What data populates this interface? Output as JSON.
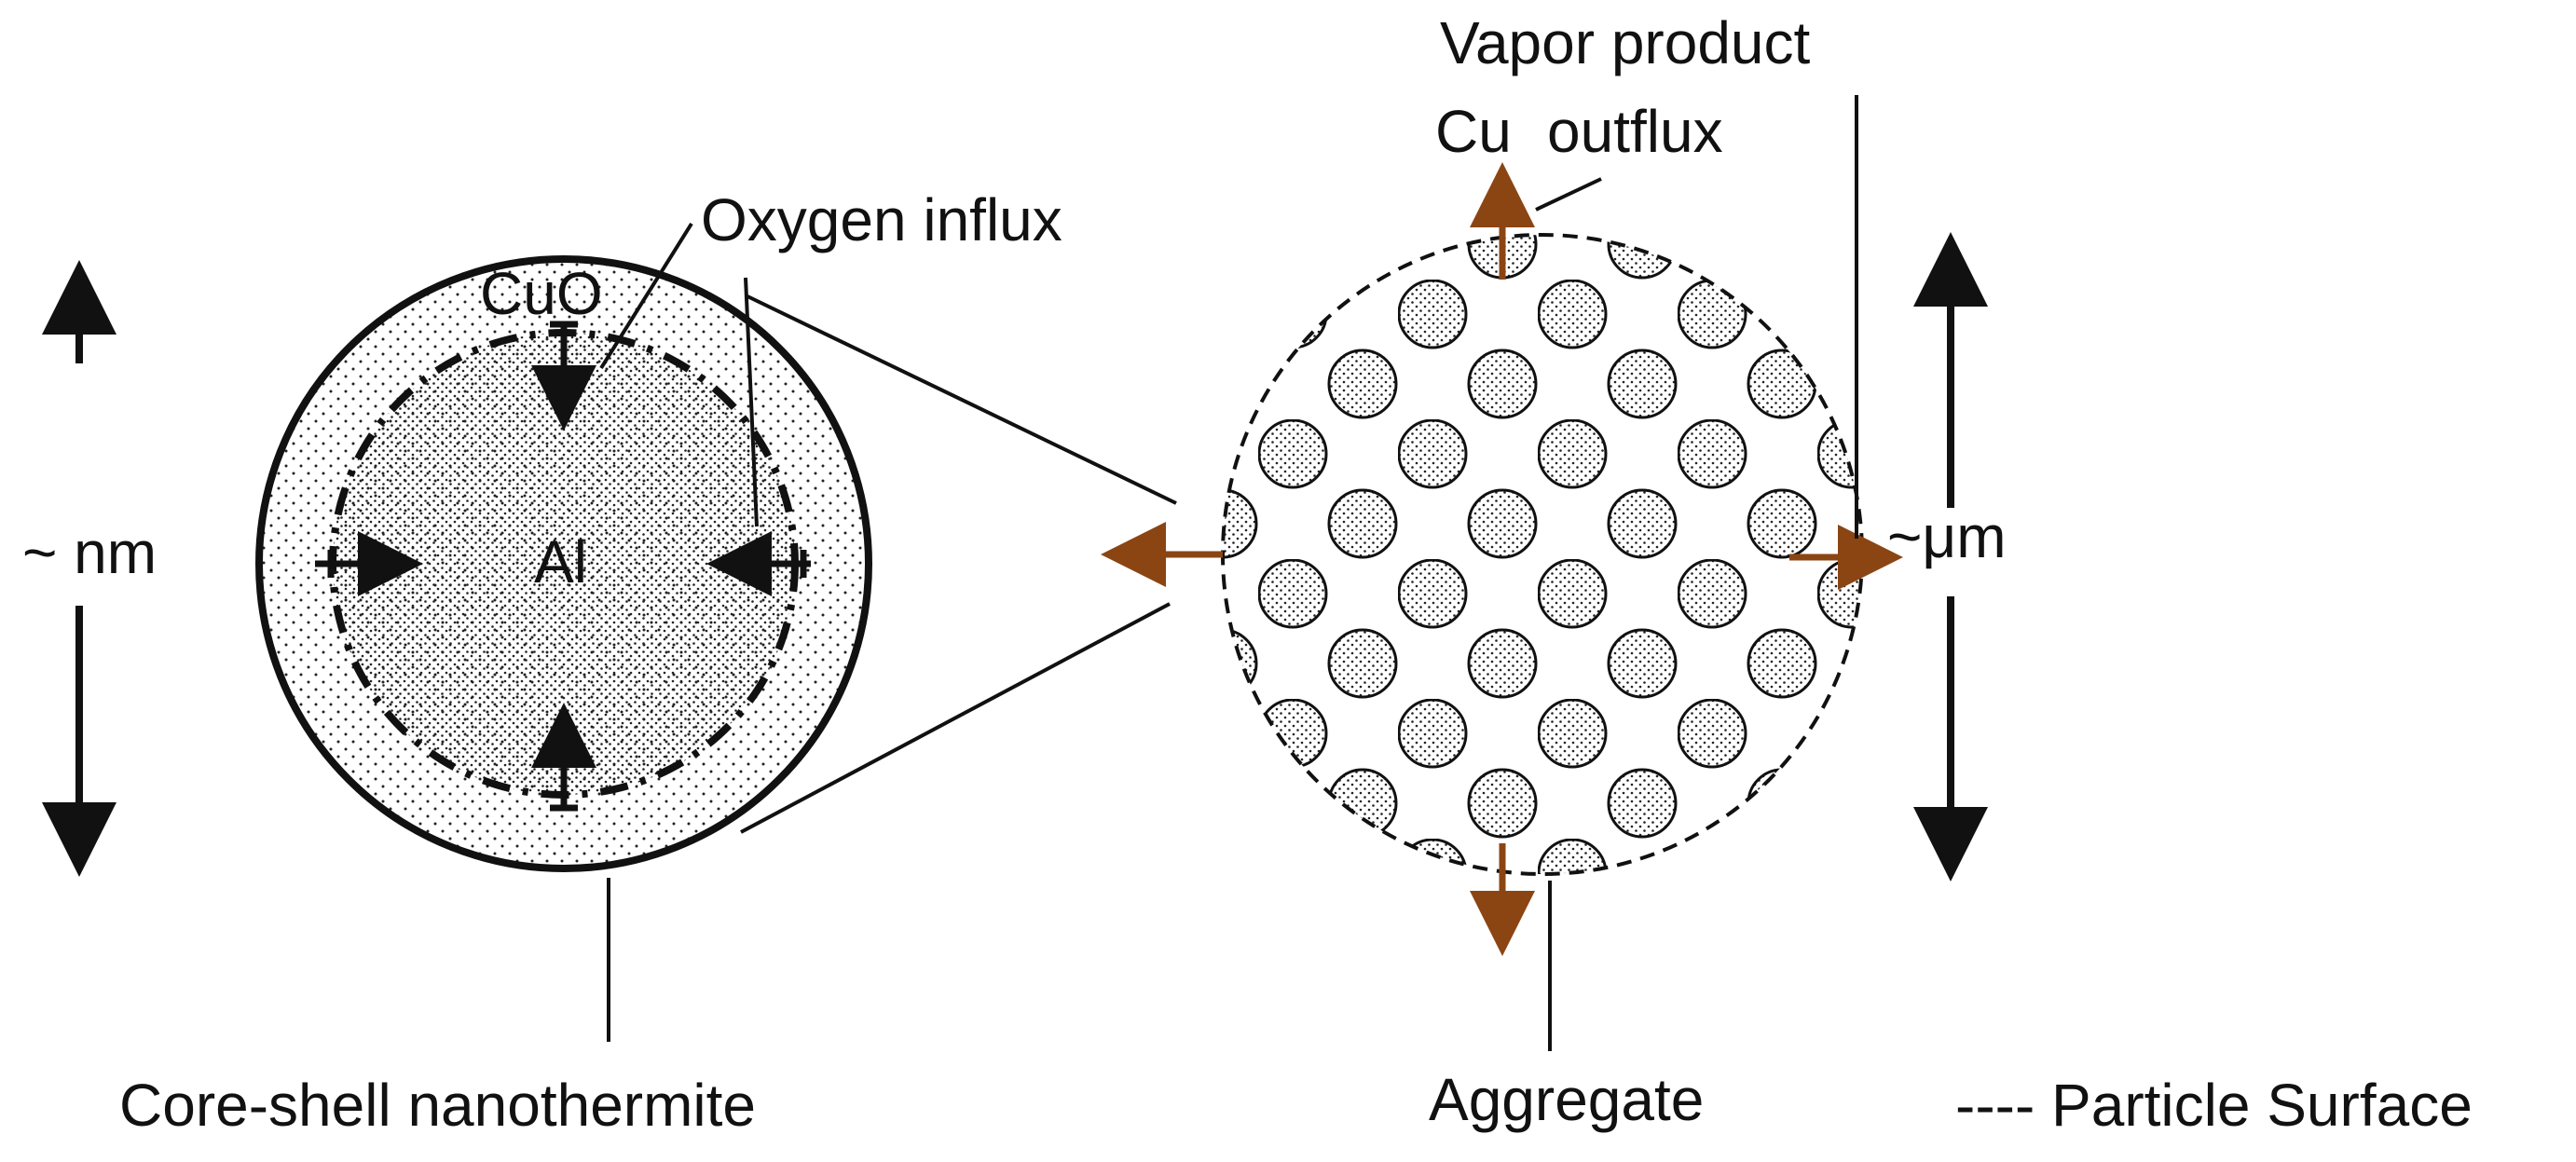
{
  "labels": {
    "vapor_product": "Vapor product",
    "cu": "Cu",
    "outflux": "outflux",
    "oxygen_influx": "Oxygen influx",
    "cuo": "CuO",
    "al": "Al",
    "nm": "~ nm",
    "um": "~μm",
    "core_shell": "Core-shell nanothermite",
    "aggregate": "Aggregate",
    "legend": "---- Particle Surface"
  },
  "colors": {
    "ink": "#111111",
    "arrow_brown": "#8b4513",
    "background": "#ffffff"
  }
}
